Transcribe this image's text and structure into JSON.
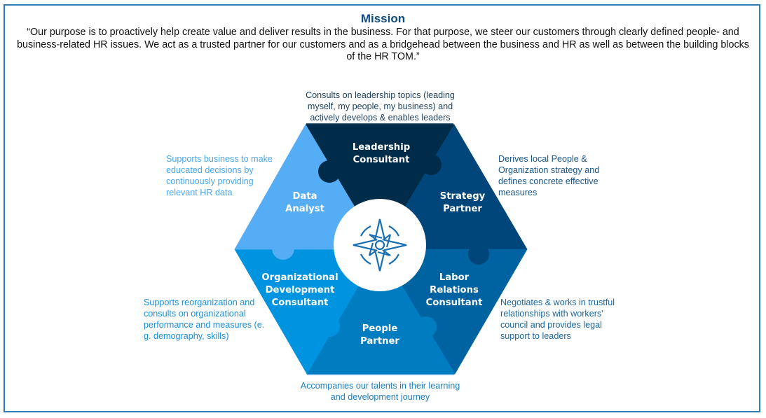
{
  "header": {
    "title": "Mission",
    "mission_text": "“Our purpose is to proactively help create value and deliver results in the business. For that purpose, we steer our customers through clearly defined people- and business-related HR issues. We act as a trusted partner for our customers and as a bridgehead between the business and HR as well as between the building blocks of the HR TOM.”"
  },
  "center": {
    "icon": "compass-icon"
  },
  "roles": [
    {
      "id": "leadership-consultant",
      "label_lines": [
        "Leadership",
        "Consultant"
      ],
      "color": "#002b49",
      "description": "Consults on leadership topics (leading myself, my people, my business) and actively develops & enables leaders",
      "desc_color": "#1c3f5e"
    },
    {
      "id": "strategy-partner",
      "label_lines": [
        "Strategy",
        "Partner"
      ],
      "color": "#00467a",
      "description": "Derives local People & Organization strategy and defines concrete effective measures",
      "desc_color": "#1a5587"
    },
    {
      "id": "labor-relations-consultant",
      "label_lines": [
        "Labor",
        "Relations",
        "Consultant"
      ],
      "color": "#0063a1",
      "description": "Negotiates & works in trustful relationships with workers' council and provides legal support to leaders",
      "desc_color": "#1767a3"
    },
    {
      "id": "people-partner",
      "label_lines": [
        "People",
        "Partner"
      ],
      "color": "#007cc1",
      "description": "Accompanies our talents in their learning and development journey",
      "desc_color": "#1b7fc4"
    },
    {
      "id": "organizational-development-consultant",
      "label_lines": [
        "Organizational",
        "Development",
        "Consultant"
      ],
      "color": "#0094e0",
      "description": "Supports reorganization and consults on organizational performance and measures (e. g. demography, skills)",
      "desc_color": "#1c8fd8"
    },
    {
      "id": "data-analyst",
      "label_lines": [
        "Data",
        "Analyst"
      ],
      "color": "#55adf5",
      "description": "Supports business to make educated decisions by continuously providing relevant HR data",
      "desc_color": "#4aa6ee"
    }
  ],
  "colors": {
    "frame": "#2f7bb6",
    "title": "#0f4c81",
    "center_circle": "#ffffff",
    "icon": "#1a6fb0"
  }
}
